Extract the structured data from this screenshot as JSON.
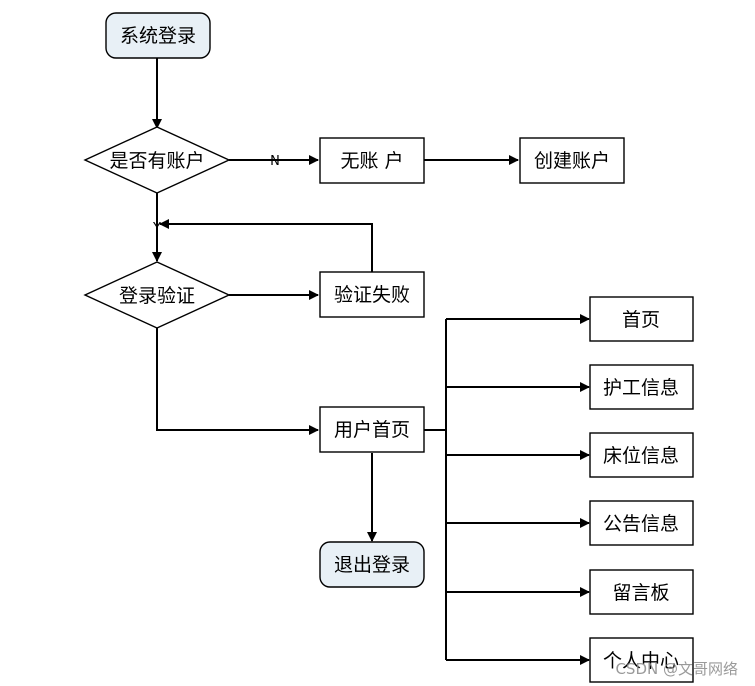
{
  "nodes": {
    "login": "系统登录",
    "has_account": "是否有账户",
    "no_account": "无账 户",
    "create_account": "创建账户",
    "login_verify": "登录验证",
    "verify_failed": "验证失败",
    "user_home": "用户首页",
    "logout": "退出登录",
    "home": "首页",
    "nursing_info": "护工信息",
    "bed_info": "床位信息",
    "notice_info": "公告信息",
    "message_board": "留言板",
    "personal_center": "个人中心"
  },
  "edge_labels": {
    "no": "N",
    "yes": "Y"
  },
  "watermark": "CSDN @文哥网络"
}
